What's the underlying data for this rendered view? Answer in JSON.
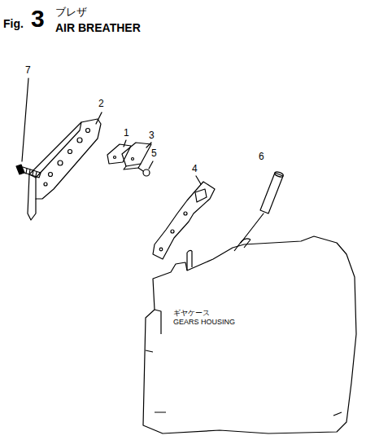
{
  "diagram": {
    "title": "AIR BREATHER",
    "nodes": [
      {
        "text": [
          "ギヤケース",
          "GEARS HOUSING"
        ]
      }
    ],
    "labels": [
      "Fig.",
      "3",
      "ブレザ",
      "7",
      "2",
      "1",
      "3",
      "5",
      "4",
      "6"
    ]
  }
}
